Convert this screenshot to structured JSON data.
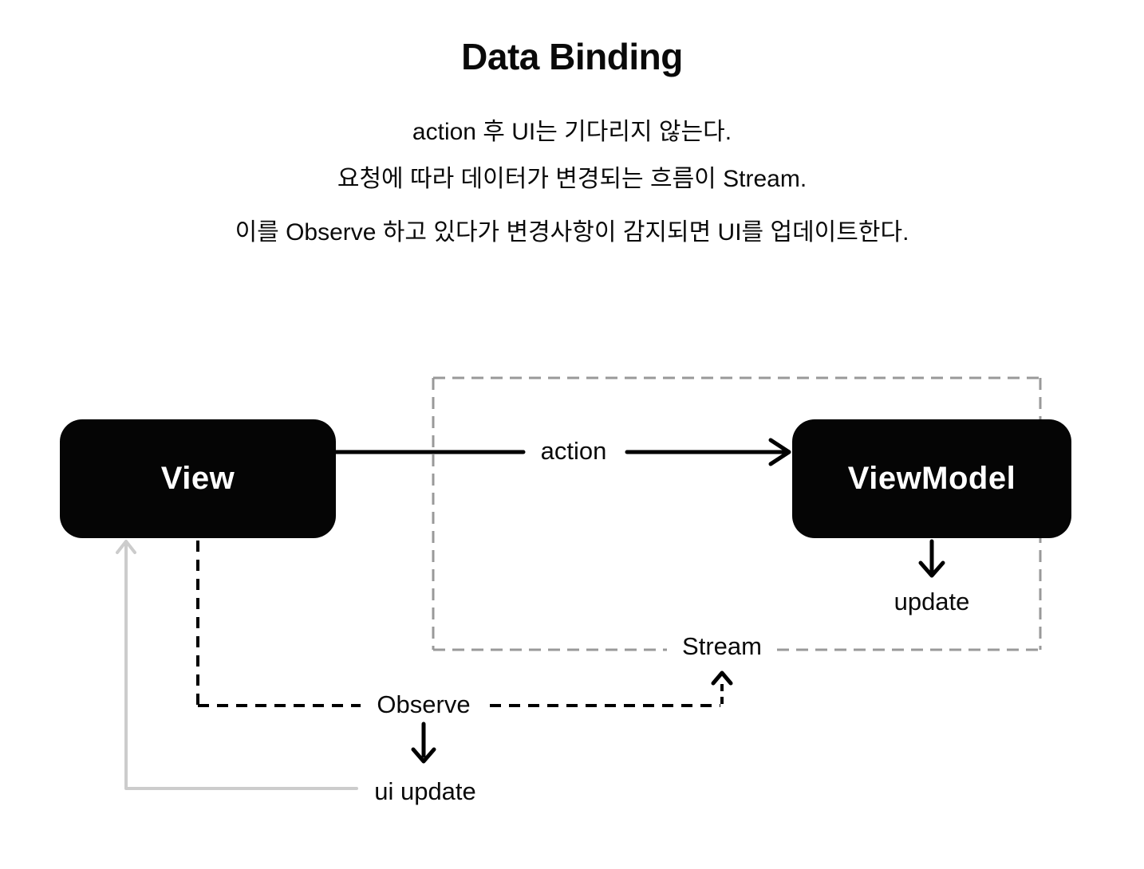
{
  "title": "Data Binding",
  "description": {
    "line1": "action 후 UI는 기다리지 않는다.",
    "line2": "요청에 따라 데이터가 변경되는 흐름이 Stream.",
    "line3": "이를 Observe 하고 있다가 변경사항이 감지되면 UI를 업데이트한다."
  },
  "diagram": {
    "nodes": {
      "view": "View",
      "viewmodel": "ViewModel"
    },
    "labels": {
      "action": "action",
      "update": "update",
      "stream": "Stream",
      "observe": "Observe",
      "ui_update": "ui update"
    },
    "colors": {
      "node_fill": "#050505",
      "node_text": "#ffffff",
      "solid_arrow": "#000000",
      "dashed_arrow": "#000000",
      "stream_boundary": "#999999",
      "ui_update_arrow": "#cccccc"
    }
  }
}
